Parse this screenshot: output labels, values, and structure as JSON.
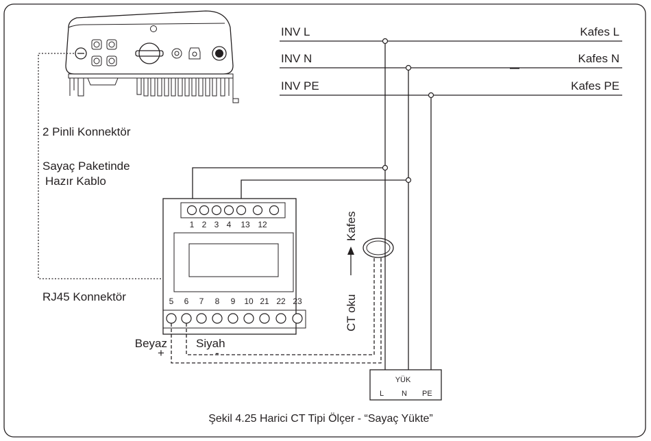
{
  "lines": {
    "inv_l": "INV L",
    "inv_n": "INV N",
    "inv_pe": "INV PE",
    "grid_l": "Kafes L",
    "grid_n": "Kafes N",
    "grid_pe": "Kafes PE"
  },
  "labels": {
    "two_pin": "2 Pinli Konnektör",
    "cable_line1": "Sayaç Paketinde",
    "cable_line2": "Hazır Kablo",
    "rj45": "RJ45 Konnektör",
    "white": "Beyaz",
    "black": "Siyah",
    "plus": "+",
    "minus": "-",
    "ct_arrow": "CT oku",
    "grid_dir": "Kafes"
  },
  "meter": {
    "top_terminals": [
      "1",
      "2",
      "3",
      "4",
      "13",
      "12"
    ],
    "bottom_terminals": [
      "5",
      "6",
      "7",
      "8",
      "9",
      "10",
      "21",
      "22",
      "23"
    ]
  },
  "load": {
    "title": "YÜK",
    "l": "L",
    "n": "N",
    "pe": "PE"
  },
  "caption": "Şekil 4.25 Harici CT Tipi Ölçer - “Sayaç Yükte”"
}
